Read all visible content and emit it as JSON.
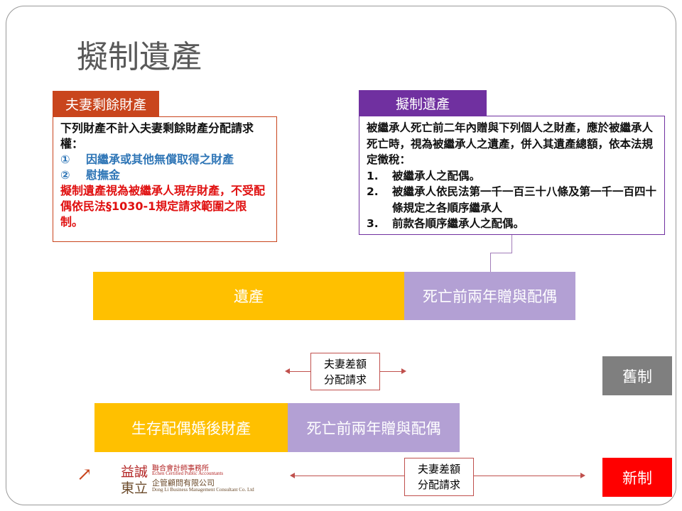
{
  "title": "擬制遺產",
  "left_box": {
    "header": "夫妻剩餘財產",
    "intro": "下列財產不計入夫妻剩餘財產分配請求權：",
    "items": [
      {
        "mark": "①",
        "text": "因繼承或其他無償取得之財產"
      },
      {
        "mark": "②",
        "text": "慰撫金"
      }
    ],
    "note": "擬制遺產視為被繼承人現存財產，不受配偶依民法§1030-1規定請求範圍之限制。"
  },
  "right_box": {
    "header": "擬制遺產",
    "intro": "被繼承人死亡前二年內贈與下列個人之財產，應於被繼承人死亡時，視為被繼承人之遺產，併入其遺產總額，依本法規定徵稅：",
    "items": [
      {
        "mark": "1.",
        "text": "被繼承人之配偶。"
      },
      {
        "mark": "2.",
        "text": "被繼承人依民法第一千一百三十八條及第一千一百四十條規定之各順序繼承人"
      },
      {
        "mark": "3.",
        "text": "前款各順序繼承人之配偶。"
      }
    ]
  },
  "old": {
    "bar1": "遺產",
    "bar2": "死亡前兩年贈與配偶",
    "note_l1": "夫妻差額",
    "note_l2": "分配請求",
    "tag": "舊制"
  },
  "new": {
    "bar1": "生存配偶婚後財產",
    "bar2": "死亡前兩年贈與配偶",
    "note_l1": "夫妻差額",
    "note_l2": "分配請求",
    "tag": "新制"
  },
  "logo": {
    "name1": "益誠",
    "name2": "東立",
    "line1": "聯合會計師事務所",
    "line1_en": "Echen Certified Public Accountants",
    "line2": "企管顧問有限公司",
    "line2_en": "Dong Li Business Management Consultant Co. Ltd"
  },
  "colors": {
    "orange": "#C9451D",
    "purple": "#7030A0",
    "yellow": "#FFC000",
    "lilac": "#B3A0D4",
    "gray": "#7F7F7F",
    "red": "#FF0000"
  }
}
